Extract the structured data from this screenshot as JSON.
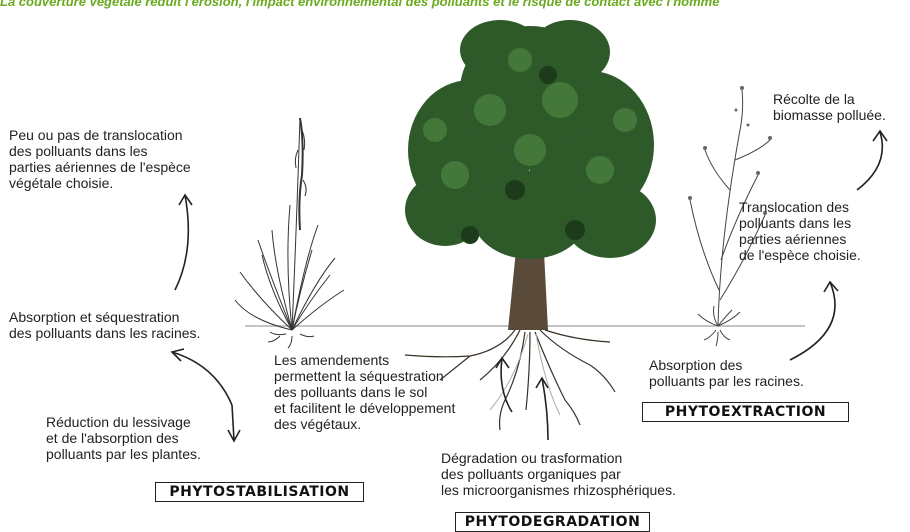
{
  "header_banner": "La couverture végétale réduit l'érosion, l'impact environnemental des polluants et le risque de contact avec l'homme",
  "labels": {
    "peu_translocation": "Peu ou pas de translocation\ndes polluants dans les\nparties aériennes de l'espèce\nvégétale choisie.",
    "absorption_sequestration": "Absorption et séquestration\ndes polluants dans les racines.",
    "reduction_lessivage": "Réduction du lessivage\net de l'absorption des\npolluants par les plantes.",
    "amendements": "Les amendements\npermettent la séquestration\ndes polluants dans le sol\net facilitent le développement\ndes végétaux.",
    "degradation": "Dégradation ou trasformation\ndes polluants organiques par\nles microorganismes rhizosphériques.",
    "recolte": "Récolte de la\nbiomasse polluée.",
    "translocation": "Translocation des\npolluants dans les\nparties aériennes\nde l'espèce choisie.",
    "absorption_racines": "Absorption des\npolluants par les racines."
  },
  "process_boxes": {
    "phytostabilisation": "PHYTOSTABILISATION",
    "phytodegradation": "PHYTODEGRADATION",
    "phytoextraction": "PHYTOEXTRACTION"
  },
  "colors": {
    "banner": "#6aaa1e",
    "foliage": "#2e5a2a",
    "trunk": "#5a4a3a",
    "ground_line": "#b0b0b0"
  },
  "icons": {
    "grass": "grass-plant-illustration",
    "tree": "tree-illustration",
    "flower": "extractor-plant-illustration"
  }
}
